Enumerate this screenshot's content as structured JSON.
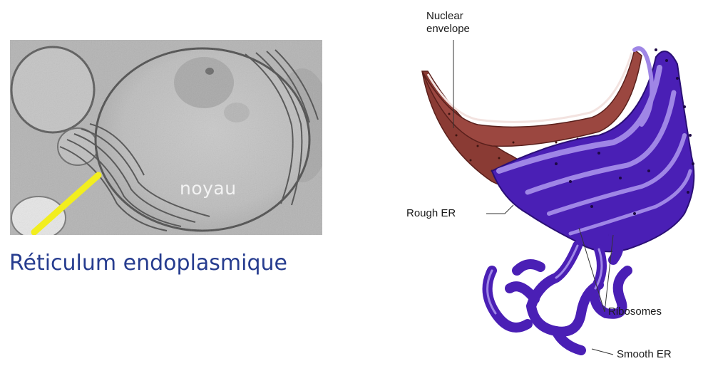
{
  "micrograph": {
    "label": "noyau",
    "caption": "Réticulum endoplasmique"
  },
  "diagram": {
    "labels": {
      "nuclear_envelope_line1": "Nuclear",
      "nuclear_envelope_line2": "envelope",
      "rough_er": "Rough ER",
      "ribosomes": "Ribosomes",
      "smooth_er": "Smooth ER"
    }
  },
  "colors": {
    "caption_blue": "#263c8f",
    "pointer_yellow": "#f2ee1f",
    "envelope_brown": "#8a3b34",
    "rough_er_purple": "#4a1fb5",
    "er_lumen_lavender": "#9f86e6"
  }
}
